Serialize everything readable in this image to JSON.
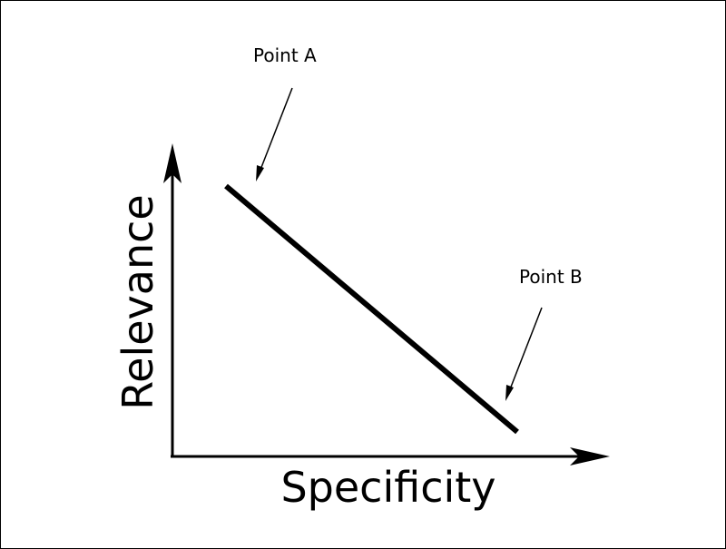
{
  "diagram": {
    "x_axis_label": "Specificity",
    "y_axis_label": "Relevance",
    "annotations": [
      {
        "label": "Point A"
      },
      {
        "label": "Point B"
      }
    ],
    "colors": {
      "line": "#000000",
      "background": "#ffffff"
    }
  }
}
